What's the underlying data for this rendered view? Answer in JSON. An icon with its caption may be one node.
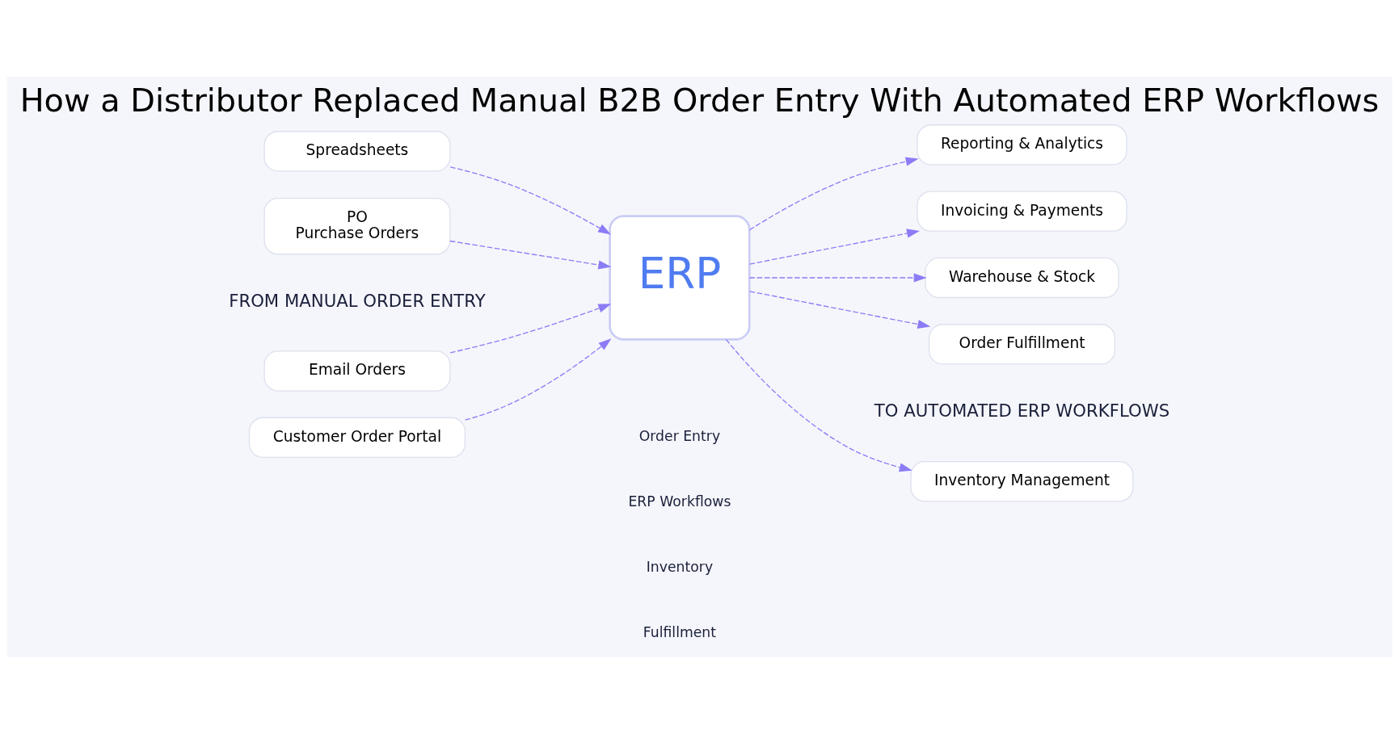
{
  "diagram": {
    "title": "How a Distributor Replaced Manual B2B Order Entry With Automated ERP Workflows",
    "nodes": [
      {
        "text": [
          "Email Orders"
        ]
      },
      {
        "text": [
          "PO",
          "Purchase Orders"
        ]
      },
      {
        "text": [
          "Spreadsheets"
        ]
      },
      {
        "text": [
          "Customer Order Portal"
        ]
      },
      {
        "text": [
          "ERP"
        ]
      },
      {
        "text": [
          "Inventory Management"
        ]
      },
      {
        "text": [
          "Warehouse & Stock"
        ]
      },
      {
        "text": [
          "Order Fulfillment"
        ]
      },
      {
        "text": [
          "Reporting & Analytics"
        ]
      },
      {
        "text": [
          "Invoicing & Payments"
        ]
      }
    ],
    "edges": [
      {
        "from": 0,
        "to": 4,
        "arrow": "to",
        "style": "dashed"
      },
      {
        "from": 1,
        "to": 4,
        "arrow": "to",
        "style": "dashed"
      },
      {
        "from": 2,
        "to": 4,
        "arrow": "to",
        "style": "dashed"
      },
      {
        "from": 3,
        "to": 4,
        "arrow": "to",
        "style": "dashed"
      },
      {
        "from": 4,
        "to": 5,
        "arrow": "to",
        "style": "dashed"
      },
      {
        "from": 4,
        "to": 6,
        "arrow": "to",
        "style": "dashed"
      },
      {
        "from": 4,
        "to": 7,
        "arrow": "to",
        "style": "dashed"
      },
      {
        "from": 4,
        "to": 8,
        "arrow": "to",
        "style": "dashed"
      },
      {
        "from": 4,
        "to": 9,
        "arrow": "to",
        "style": "dashed"
      }
    ],
    "labels": [
      "FROM MANUAL ORDER ENTRY",
      "TO AUTOMATED ERP WORKFLOWS",
      "Order Entry",
      "ERP Workflows",
      "Inventory",
      "Fulfillment"
    ]
  }
}
